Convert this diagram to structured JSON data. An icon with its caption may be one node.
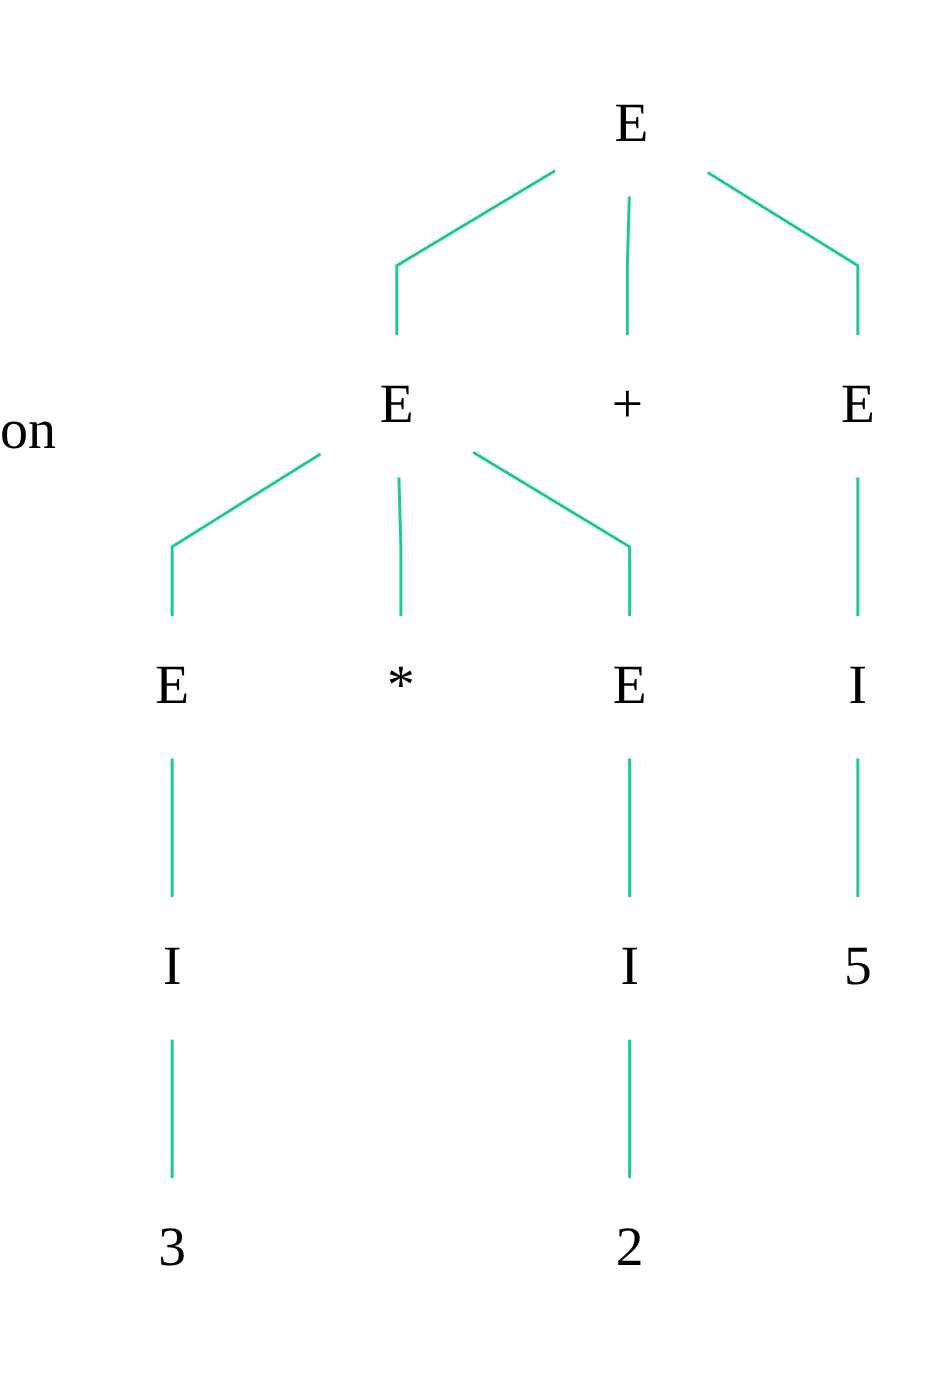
{
  "diagram": {
    "nodes": [
      {
        "text": [
          "E"
        ]
      },
      {
        "text": [
          "E"
        ]
      },
      {
        "text": [
          "+"
        ]
      },
      {
        "text": [
          "E"
        ]
      },
      {
        "text": [
          "E"
        ]
      },
      {
        "text": [
          "*"
        ]
      },
      {
        "text": [
          "E"
        ]
      },
      {
        "text": [
          "I"
        ]
      },
      {
        "text": [
          "I"
        ]
      },
      {
        "text": [
          "I"
        ]
      },
      {
        "text": [
          "3"
        ]
      },
      {
        "text": [
          "2"
        ]
      },
      {
        "text": [
          "5"
        ]
      }
    ],
    "edges": [
      {
        "from": 0,
        "to": 1,
        "arrow": "none"
      },
      {
        "from": 0,
        "to": 2,
        "arrow": "none"
      },
      {
        "from": 0,
        "to": 3,
        "arrow": "none"
      },
      {
        "from": 1,
        "to": 4,
        "arrow": "none"
      },
      {
        "from": 1,
        "to": 5,
        "arrow": "none"
      },
      {
        "from": 1,
        "to": 6,
        "arrow": "none"
      },
      {
        "from": 3,
        "to": 7,
        "arrow": "none"
      },
      {
        "from": 4,
        "to": 8,
        "arrow": "none"
      },
      {
        "from": 6,
        "to": 9,
        "arrow": "none"
      },
      {
        "from": 8,
        "to": 10,
        "arrow": "none"
      },
      {
        "from": 9,
        "to": 11,
        "arrow": "none"
      },
      {
        "from": 7,
        "to": 12,
        "arrow": "none"
      }
    ],
    "labels": [
      "on"
    ]
  }
}
